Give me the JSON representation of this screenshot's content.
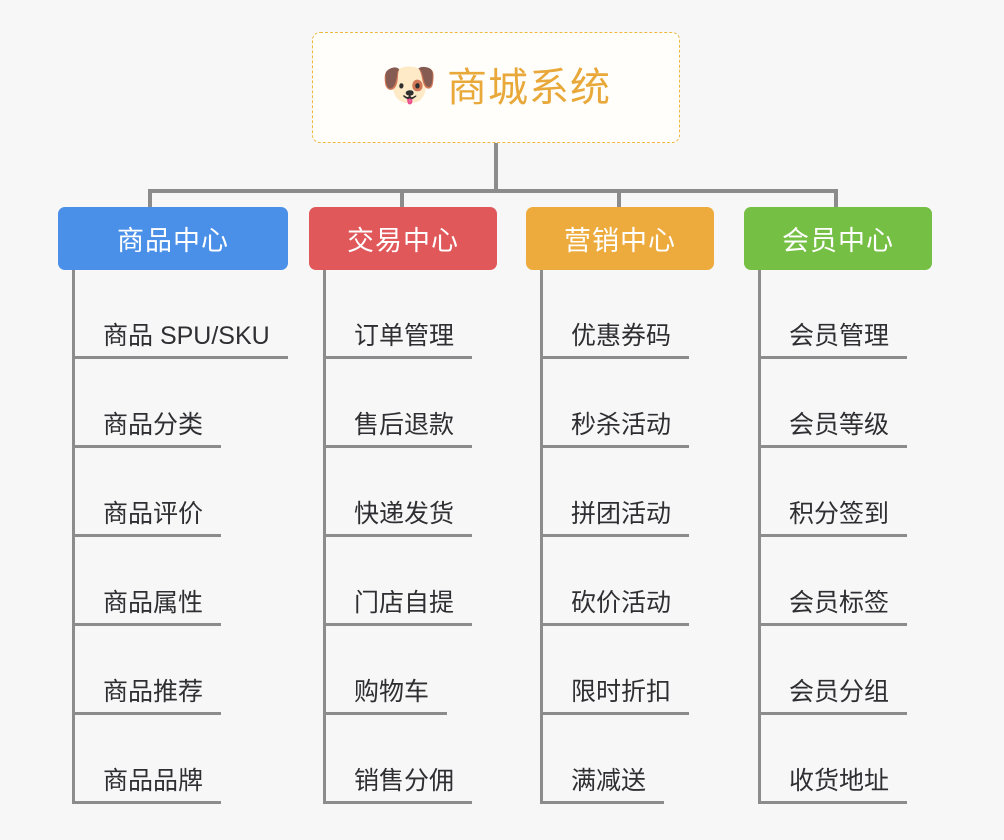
{
  "background_color": "#f7f7f7",
  "root": {
    "icon": "shiba-dog-face-icon",
    "icon_glyph": "🐶",
    "title": "商城系统",
    "title_color": "#e8a83a",
    "border_color": "#f0b841"
  },
  "branches": [
    {
      "label": "商品中心",
      "color": "#4a90e8",
      "items": [
        "商品 SPU/SKU",
        "商品分类",
        "商品评价",
        "商品属性",
        "商品推荐",
        "商品品牌"
      ]
    },
    {
      "label": "交易中心",
      "color": "#e0585a",
      "items": [
        "订单管理",
        "售后退款",
        "快递发货",
        "门店自提",
        "购物车",
        "销售分佣"
      ]
    },
    {
      "label": "营销中心",
      "color": "#edab3e",
      "items": [
        "优惠券码",
        "秒杀活动",
        "拼团活动",
        "砍价活动",
        "限时折扣",
        "满减送"
      ]
    },
    {
      "label": "会员中心",
      "color": "#75c044",
      "items": [
        "会员管理",
        "会员等级",
        "积分签到",
        "会员标签",
        "会员分组",
        "收货地址"
      ]
    }
  ]
}
